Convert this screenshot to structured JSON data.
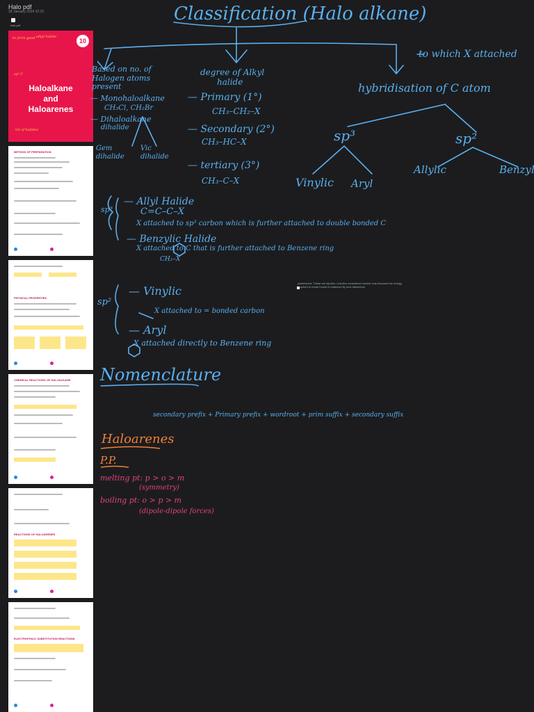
{
  "header": {
    "doc_title": "Halo pdf",
    "doc_meta": "18 January 2024   10:22",
    "file_name": "halo.pdf"
  },
  "sidebar": {
    "cover": {
      "badge": "10",
      "title_line1": "Haloalkane",
      "title_line2": "and",
      "title_line3": "Haloarenes"
    },
    "pages": [
      {
        "heading": "METHOD OF PREPARATION"
      },
      {
        "heading": "PHYSICAL PROPERTIES"
      },
      {
        "heading": "CHEMICAL REACTIONS OF HALOALKANE"
      },
      {
        "heading": "REACTIONS OF HALOARENES"
      },
      {
        "heading": "ELECTROPHILIC SUBSTITUTION REACTIONS"
      }
    ]
  },
  "notes": {
    "title": "Classification (Halo alkane)",
    "branch_left_1": "Based on no. of",
    "branch_left_2": "Halogen atoms",
    "branch_left_3": "present",
    "mono": "— Monohaloalkane",
    "mono_ex": "CH₃Cl, CH₂Br",
    "di_1": "— Dihaloalkane",
    "di_2": "dihalide",
    "gem_1": "Gem",
    "gem_2": "dihalide",
    "vic_1": "Vic",
    "vic_2": "dihalide",
    "degree_1": "degree of Alkyl",
    "degree_2": "halide",
    "primary": "— Primary (1°)",
    "primary_ex": "CH₃–CH₂–X",
    "secondary": "— Secondary (2°)",
    "secondary_ex": "CH₃–HC–X",
    "tertiary": "— tertiary (3°)",
    "tertiary_ex": "CH₃–C–X",
    "which_x": "to which X attached",
    "hybrid": "hybridisation of C atom",
    "sp3": "sp³",
    "sp2": "sp²",
    "vinylic": "Vinylic",
    "aryl_top": "Aryl",
    "allylic": "Allylic",
    "benzylic": "Benzylic",
    "allyl_halide": "— Allyl Halide",
    "allyl_formula": "C=C–C–X",
    "allyl_desc": "X attached to sp³ carbon which is further attached to double bonded C",
    "benzylic_halide": "— Benzylic Halide",
    "benzylic_desc": "X attached to C that is further attached to Benzene ring",
    "benzylic_ch": "CH₂–X",
    "sp3_brace": "sp³",
    "vinyl_item": "— Vinylic",
    "vinyl_desc": "X attached to = bonded carbon",
    "aryl_item": "— Aryl",
    "aryl_desc": "X attached directly to Benzene ring",
    "sp2_brace": "sp²",
    "nomenclature": "Nomenclature",
    "nom_line": "secondary prefix + Primary prefix + wordroot + prim suffix + secondary suffix",
    "haloarenes": "Haloarenes",
    "pp": "P.P.",
    "melting": "melting pt: p > o > m",
    "melting_note": "(symmetry)",
    "boiling": "boiling pt: o > p > m",
    "boiling_note": "(dipole-dipole forces)",
    "small_note": "pasteboard: These are dipoles / solution considered soluble only because the energy required to break bonds is balanced by new attractions"
  },
  "colors": {
    "background": "#1c1c1e",
    "ink_blue": "#5ab0f0",
    "ink_orange": "#f0803a",
    "ink_magenta": "#e0457a",
    "cover_red": "#e8154a"
  }
}
